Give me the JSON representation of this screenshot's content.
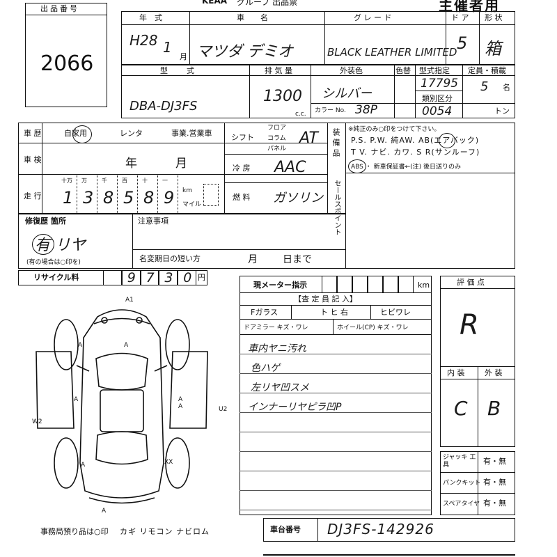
{
  "header": {
    "logo_text": "KEAA",
    "title": "グループ 出品票",
    "organizer_label": "主催者用"
  },
  "lot": {
    "label": "出品番号",
    "number": "2066"
  },
  "vehicle": {
    "year_label": "年　式",
    "year_value": "H28",
    "month_value": "1",
    "month_unit": "月",
    "name_label": "車　名",
    "name_value": "マツダ デミオ",
    "grade_label": "グ レ ー ド",
    "grade_value": "BLACK LEATHER LIMITED",
    "doors_label": "ド ア",
    "doors_value": "5",
    "shape_label": "形 状",
    "shape_value": "箱",
    "type_label": "型　式",
    "type_value": "DBA-DJ3FS",
    "displacement_label": "排 気 量",
    "displacement_value": "1300",
    "displacement_unit": "c.c.",
    "exterior_color_label": "外装色",
    "exterior_color_value": "シルバー",
    "color_change_label": "色替",
    "color_no_label": "カラー No.",
    "color_no_value": "38P",
    "model_spec_label": "型式指定",
    "model_spec_value": "17795",
    "class_label": "類別区分",
    "class_value": "0054",
    "capacity_label": "定員・積載",
    "capacity_value": "5",
    "capacity_unit": "名",
    "tonnage_unit": "トン"
  },
  "history": {
    "label": "車 歴",
    "options": [
      "自家用",
      "レンタ",
      "事業.営業車"
    ],
    "selected": "自家用",
    "inspection_label": "車 検",
    "inspection_year": "年",
    "inspection_month": "月",
    "mileage_label": "走 行",
    "mileage_units": [
      "十万",
      "万",
      "千",
      "百",
      "十",
      "一"
    ],
    "mileage_digits": [
      "1",
      "3",
      "8",
      "5",
      "8",
      "9"
    ],
    "mileage_km": "km",
    "mileage_mile": "マイル"
  },
  "specs": {
    "shift_label": "シフト",
    "shift_positions": [
      "フロア",
      "コラム",
      "パネル"
    ],
    "shift_value": "AT",
    "ac_label": "冷 房",
    "ac_value": "AAC",
    "fuel_label": "燃 料",
    "fuel_value": "ガソリン"
  },
  "equipment": {
    "side_label": "装備品",
    "note": "※純正のみ○印をつけて下さい。",
    "row1": "P.S. P.W. 純AW. AB(エアバック)",
    "row2": "T V. ナビ. カワ. S R(サンルーフ)",
    "row3": "ABS ・ 新車保証書←(注) 後日送りのみ",
    "sales_point_label": "セールスポイント"
  },
  "repair": {
    "label": "修復歴 箇所",
    "value": "有 リヤ",
    "hint": "(有の場合は○印を)",
    "notes_label": "注意事項",
    "short_period_label": "名変期日の短い方",
    "month": "月",
    "day_until": "日まで"
  },
  "recycle": {
    "label": "リサイクル料",
    "digits": [
      "",
      "9",
      "7",
      "3",
      "0"
    ],
    "unit": "円"
  },
  "inspection": {
    "meter_label": "現メーター指示",
    "meter_unit": "km",
    "inspector_label": "【査 定 員 記 入】",
    "glass_label": "Fガラス",
    "glass_options": "ト ヒ 右",
    "crack_label": "ヒビワレ",
    "mirror_label": "ドアミラー キズ・ワレ",
    "wheel_label": "ホイール(CP) キズ・ワレ",
    "notes": [
      "車内ヤニ汚れ",
      "色ハゲ",
      "左リヤ凹スメ",
      "インナーリヤピラ凹P"
    ]
  },
  "grading": {
    "label": "評 価 点",
    "score": "R",
    "interior_label": "内 装",
    "exterior_label": "外 装",
    "interior_value": "C",
    "exterior_value": "B"
  },
  "tools": {
    "jack_label": "ジャッキ 工 具",
    "puncture_label": "パンクキット",
    "spare_label": "スペアタイヤ",
    "yes_no": "有・無"
  },
  "footer": {
    "office_label": "事務局預り品は○印",
    "items": "カギ リモコン ナビロム",
    "chassis_label": "車台番号",
    "chassis_value": "DJ3FS-142926"
  },
  "diagram": {
    "marks": [
      "A1",
      "A",
      "A",
      "A",
      "A",
      "A",
      "W2",
      "A",
      "XX",
      "A",
      "U2"
    ]
  }
}
